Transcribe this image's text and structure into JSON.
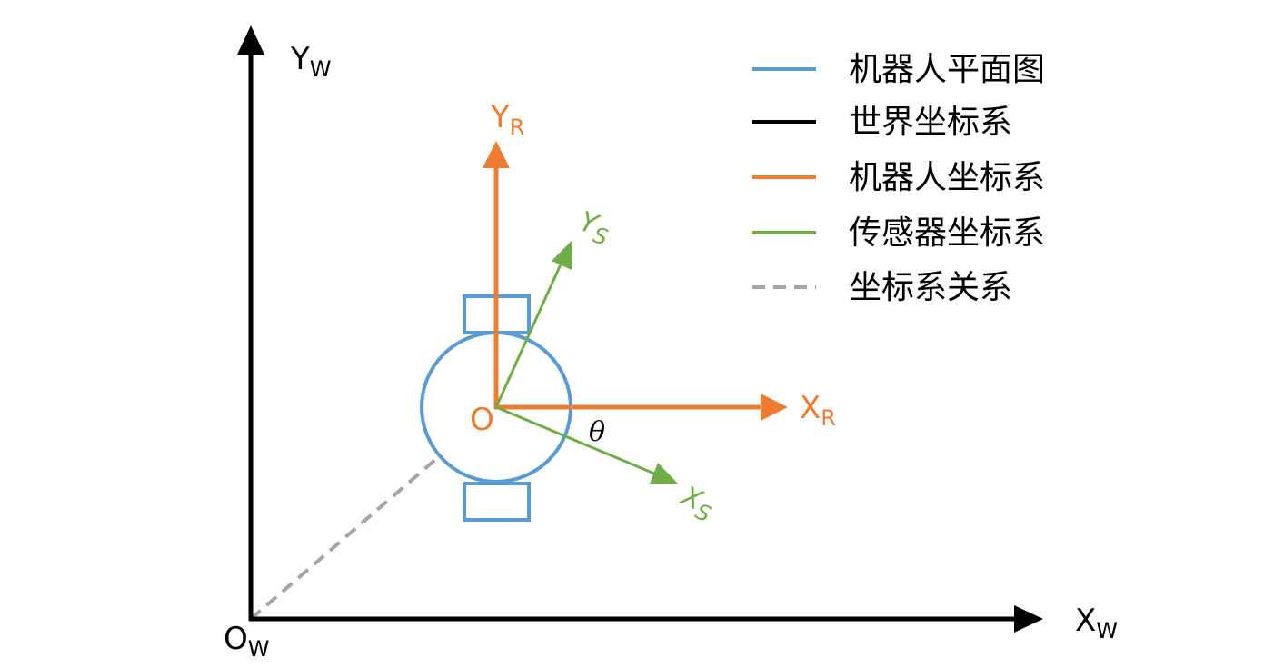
{
  "colors": {
    "robot_outline": "#5b9bd5",
    "world_frame": "#000000",
    "robot_frame": "#ed7d31",
    "sensor_frame": "#70ad47",
    "relation": "#a5a5a5"
  },
  "axes": {
    "world": {
      "x_main": "X",
      "x_sub": "W",
      "y_main": "Y",
      "y_sub": "W",
      "origin_main": "O",
      "origin_sub": "W"
    },
    "robot": {
      "x_main": "X",
      "x_sub": "R",
      "y_main": "Y",
      "y_sub": "R",
      "origin": "O"
    },
    "sensor": {
      "x_main": "X",
      "x_sub": "S",
      "y_main": "Y",
      "y_sub": "S"
    },
    "angle": "θ"
  },
  "legend": [
    {
      "label": "机器人平面图",
      "color": "#5b9bd5",
      "style": "solid"
    },
    {
      "label": "世界坐标系",
      "color": "#000000",
      "style": "solid"
    },
    {
      "label": "机器人坐标系",
      "color": "#ed7d31",
      "style": "solid"
    },
    {
      "label": "传感器坐标系",
      "color": "#70ad47",
      "style": "solid"
    },
    {
      "label": "坐标系关系",
      "color": "#a5a5a5",
      "style": "dashed"
    }
  ]
}
